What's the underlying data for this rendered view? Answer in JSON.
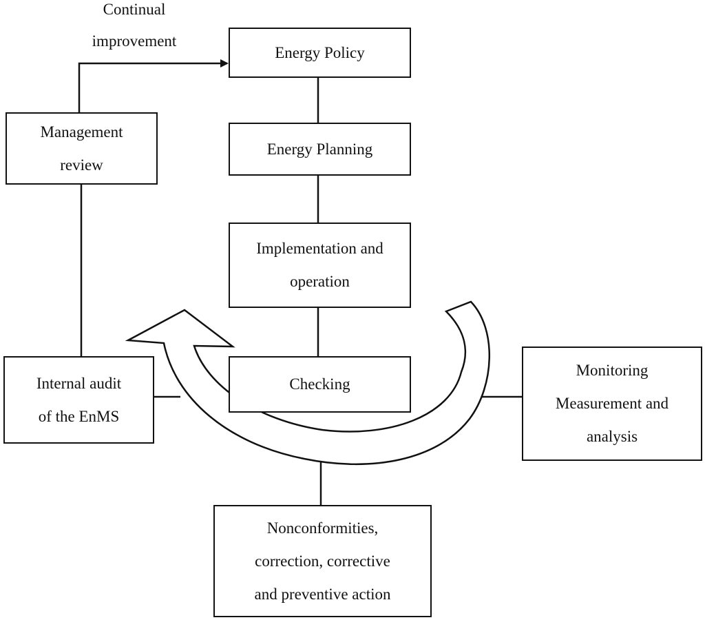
{
  "diagram": {
    "continual_label": {
      "line1": "Continual",
      "line2": "improvement"
    },
    "boxes": {
      "energy_policy": {
        "line1": "Energy Policy"
      },
      "energy_planning": {
        "line1": "Energy Planning"
      },
      "implementation": {
        "line1": "Implementation and",
        "line2": "operation"
      },
      "checking": {
        "line1": "Checking"
      },
      "management_review": {
        "line1": "Management",
        "line2": "review"
      },
      "internal_audit": {
        "line1": "Internal audit",
        "line2": "of the EnMS"
      },
      "monitoring": {
        "line1": "Monitoring",
        "line2": "Measurement and",
        "line3": "analysis"
      },
      "nonconformities": {
        "line1": "Nonconformities,",
        "line2": "correction, corrective",
        "line3": "and preventive action"
      }
    }
  }
}
